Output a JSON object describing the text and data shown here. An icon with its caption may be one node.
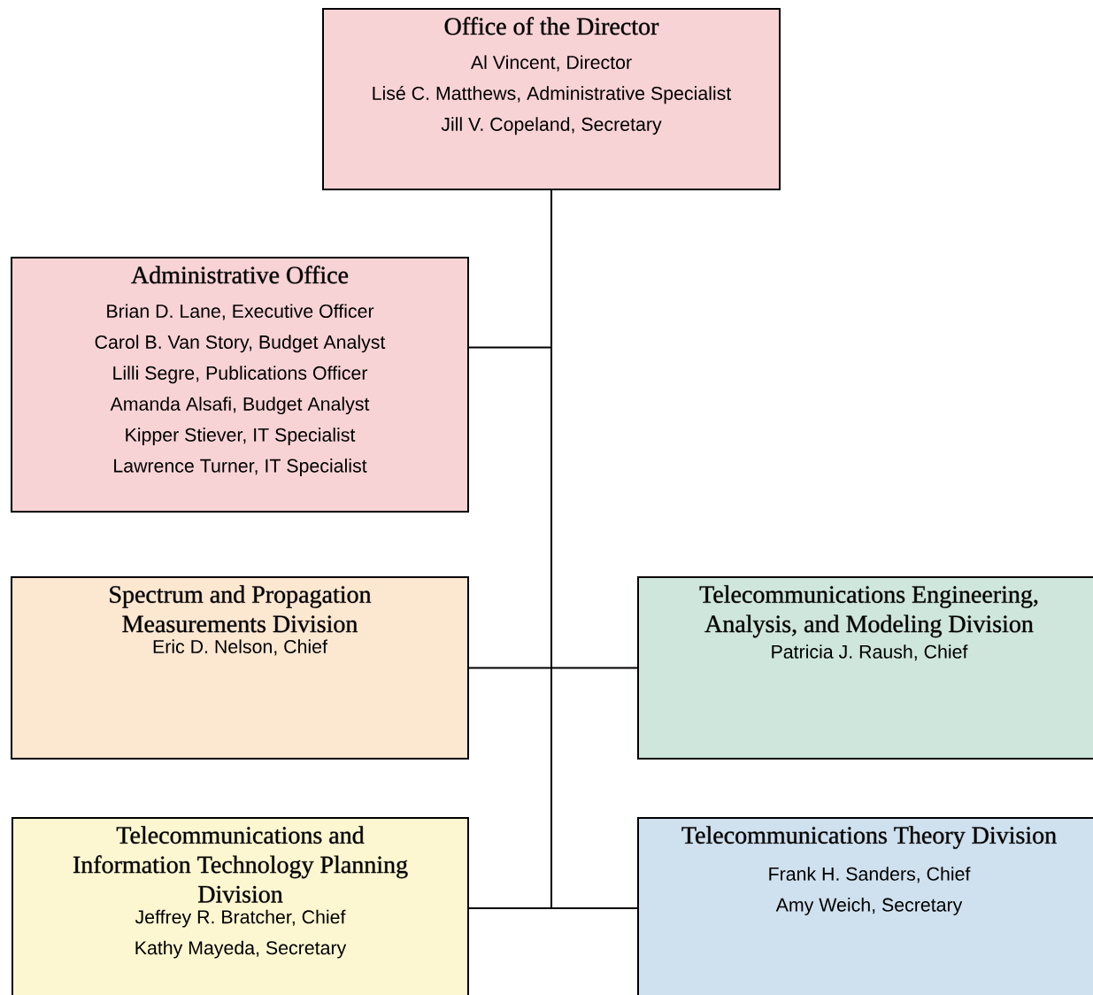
{
  "diagram": {
    "nodes": [
      {
        "text": [
          "Office of the Director",
          "Al Vincent, Director",
          "Lisé C. Matthews, Administrative Specialist",
          "Jill V. Copeland, Secretary"
        ]
      },
      {
        "text": [
          "Administrative Office",
          "Brian D. Lane, Executive Officer",
          "Carol B. Van Story, Budget Analyst",
          "Lilli Segre, Publications Officer",
          "Amanda Alsafi, Budget Analyst",
          "Kipper Stiever, IT Specialist",
          "Lawrence Turner, IT Specialist"
        ]
      },
      {
        "text": [
          "Spectrum and Propagation Measurements Division",
          "Eric D. Nelson, Chief"
        ]
      },
      {
        "text": [
          "Telecommunications Engineering, Analysis, and Modeling Division",
          "Patricia J. Raush, Chief"
        ]
      },
      {
        "text": [
          "Telecommunications and Information Technology Planning Division",
          "Jeffrey R. Bratcher, Chief",
          "Kathy Mayeda, Secretary"
        ]
      },
      {
        "text": [
          "Telecommunications Theory Division",
          "Frank H. Sanders, Chief",
          "Amy Weich, Secretary"
        ]
      }
    ],
    "edges": [
      {
        "from": 0,
        "to": 1,
        "arrow": "none"
      },
      {
        "from": 0,
        "to": 2,
        "arrow": "none"
      },
      {
        "from": 0,
        "to": 3,
        "arrow": "none"
      },
      {
        "from": 0,
        "to": 4,
        "arrow": "none"
      },
      {
        "from": 0,
        "to": 5,
        "arrow": "none"
      }
    ]
  }
}
